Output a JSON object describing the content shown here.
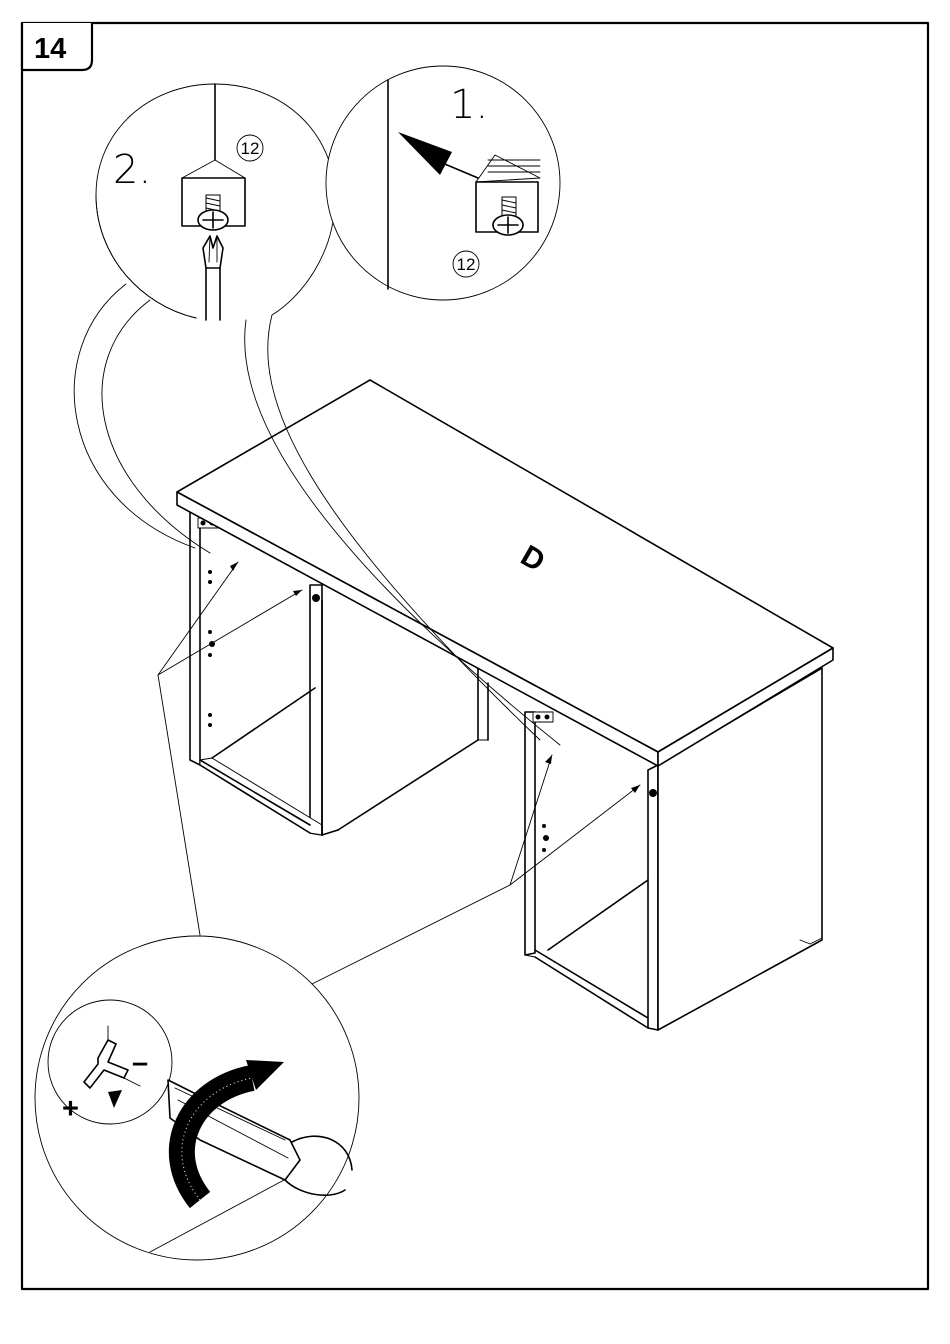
{
  "step": {
    "number": "14"
  },
  "detail_top_left": {
    "step_label": "2.",
    "part_label": "12"
  },
  "detail_top_right": {
    "step_label": "1.",
    "part_label": "12"
  },
  "desk": {
    "top_panel_label": "D"
  },
  "lock_detail": {
    "tighten_symbol": "+",
    "loosen_symbol": "–"
  }
}
